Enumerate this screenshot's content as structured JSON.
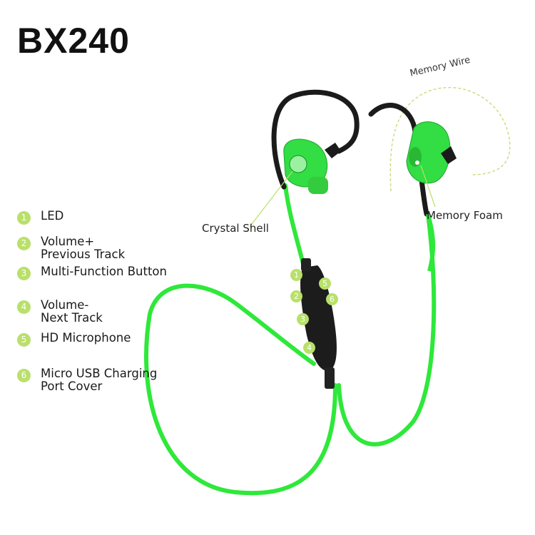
{
  "title": "BX240",
  "features": [
    {
      "num": "1",
      "line1": "LED",
      "line2": ""
    },
    {
      "num": "2",
      "line1": "Volume+",
      "line2": "Previous Track"
    },
    {
      "num": "3",
      "line1": "Multi-Function Button",
      "line2": ""
    },
    {
      "num": "4",
      "line1": "Volume-",
      "line2": "Next Track"
    },
    {
      "num": "5",
      "line1": "HD Microphone",
      "line2": ""
    },
    {
      "num": "6",
      "line1": "Micro USB Charging",
      "line2": "Port Cover"
    }
  ],
  "callouts": {
    "memory_wire": "Memory Wire",
    "memory_foam": "Memory Foam",
    "crystal_shell": "Crystal Shell"
  },
  "remote_markers": [
    "1",
    "2",
    "3",
    "4",
    "5",
    "6"
  ],
  "colors": {
    "cable_green": "#2ee83a",
    "badge_green": "#b9e06a",
    "earhook_black": "#1b1b1b"
  }
}
